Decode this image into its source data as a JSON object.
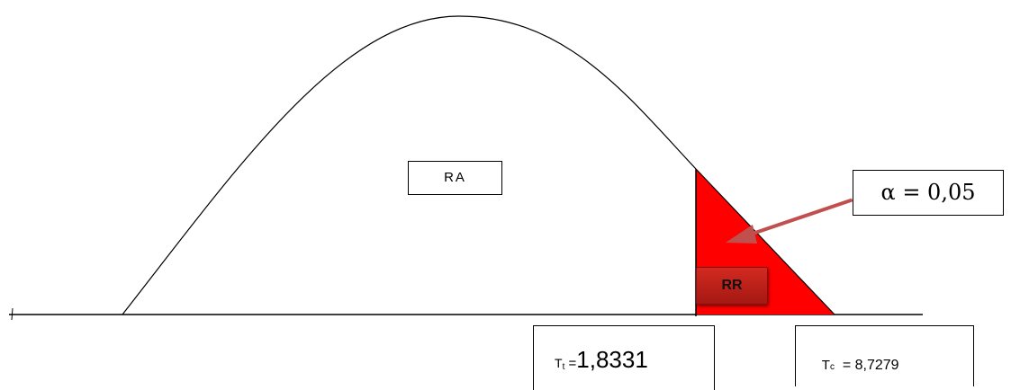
{
  "labels": {
    "acceptance_region": "RA",
    "rejection_region": "RR",
    "alpha": "α = 0,05",
    "t_table_symbol": "T",
    "t_table_subscript": "t",
    "t_table_eq": " =",
    "t_table_value": "1,8331",
    "t_calc_symbol": "T",
    "t_calc_subscript": "c",
    "t_calc_eq": "  =",
    "t_calc_value": " 8,7279"
  },
  "colors": {
    "rejection_fill": "#ff0000",
    "arrow": "#c0504d",
    "curve": "#000000"
  }
}
